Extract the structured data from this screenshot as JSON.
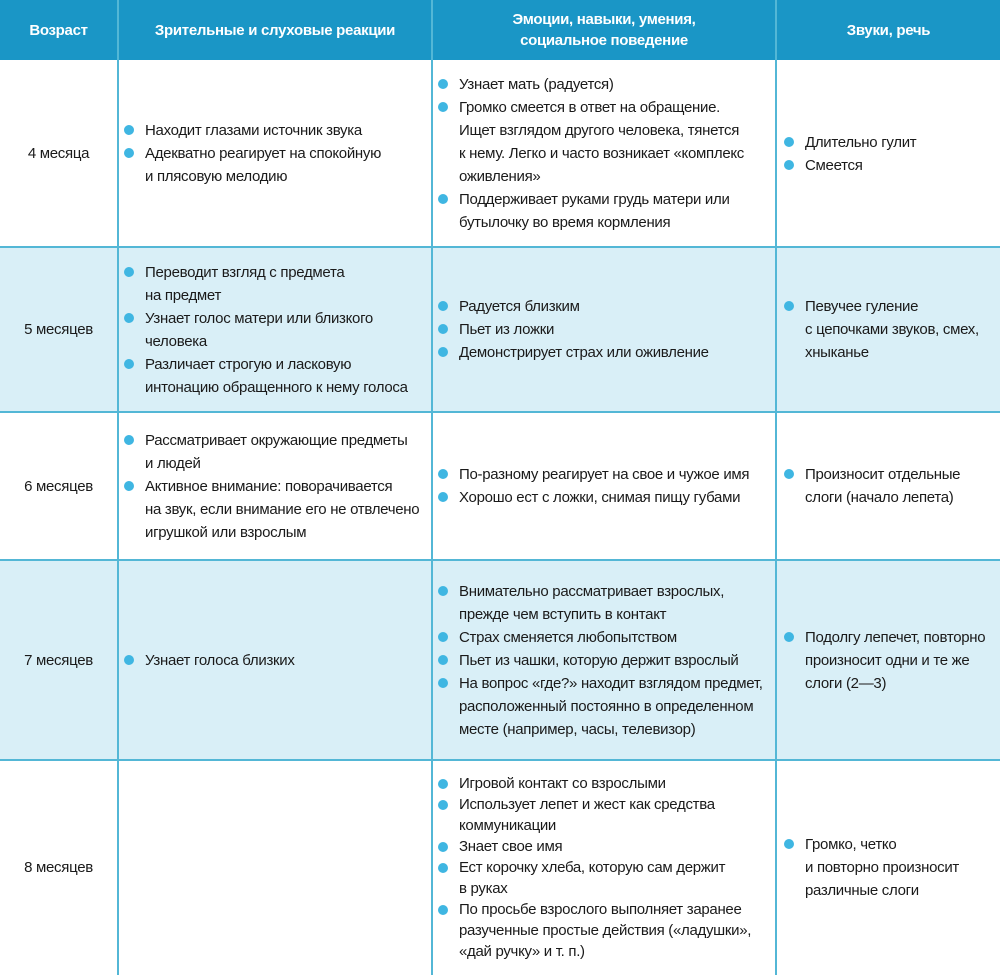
{
  "header": {
    "age": "Возраст",
    "visual": "Зрительные и слуховые реакции",
    "emotions": "Эмоции, навыки, умения,\nсоциальное поведение",
    "sounds": "Звуки, речь"
  },
  "rows": [
    {
      "age": "4 месяца",
      "visual": [
        "Находит глазами источник звука",
        "Адекватно реагирует на спокойную\nи плясовую мелодию"
      ],
      "emotions": [
        "Узнает мать (радуется)",
        "Громко смеется в ответ на обращение.\nИщет взглядом другого человека, тянется\nк нему. Легко и часто возникает «комплекс\nоживления»",
        "Поддерживает руками грудь матери или\nбутылочку во время кормления"
      ],
      "sounds": [
        "Длительно гулит",
        "Смеется"
      ]
    },
    {
      "age": "5 месяцев",
      "visual": [
        "Переводит взгляд с предмета\nна предмет",
        "Узнает голос матери или близкого\nчеловека",
        "Различает строгую и ласковую\nинтонацию обращенного к нему голоса"
      ],
      "emotions": [
        "Радуется близким",
        "Пьет из ложки",
        "Демонстрирует страх или оживление"
      ],
      "sounds": [
        "Певучее гуление\nс цепочками звуков, смех,\nхныканье"
      ]
    },
    {
      "age": "6 месяцев",
      "visual": [
        "Рассматривает окружающие предметы\nи людей",
        "Активное внимание: поворачивается\nна звук, если внимание его не отвлечено\nигрушкой или взрослым"
      ],
      "emotions": [
        "По-разному реагирует на свое и чужое имя",
        "Хорошо ест с ложки, снимая пищу губами"
      ],
      "sounds": [
        "Произносит отдельные\nслоги (начало лепета)"
      ]
    },
    {
      "age": "7 месяцев",
      "visual": [
        "Узнает голоса близких"
      ],
      "emotions": [
        "Внимательно рассматривает взрослых,\nпрежде чем вступить в контакт",
        "Страх сменяется любопытством",
        "Пьет из чашки, которую держит взрослый",
        "На вопрос «где?» находит взглядом предмет,\nрасположенный постоянно в определенном\nместе (например, часы, телевизор)"
      ],
      "sounds": [
        "Подолгу лепечет, повторно\nпроизносит одни и те же\nслоги (2—3)"
      ]
    },
    {
      "age": "8 месяцев",
      "visual": [],
      "emotions": [
        "Игровой контакт со взрослыми",
        "Использует лепет и жест как средства\nкоммуникации",
        "Знает свое имя",
        "Ест корочку хлеба, которую сам держит\nв руках",
        " По просьбе взрослого выполняет заранее\nразученные простые действия («ладушки»,\n«дай ручку» и т. п.)"
      ],
      "sounds": [
        "Громко, четко\nи повторно произносит\nразличные слоги"
      ]
    }
  ]
}
